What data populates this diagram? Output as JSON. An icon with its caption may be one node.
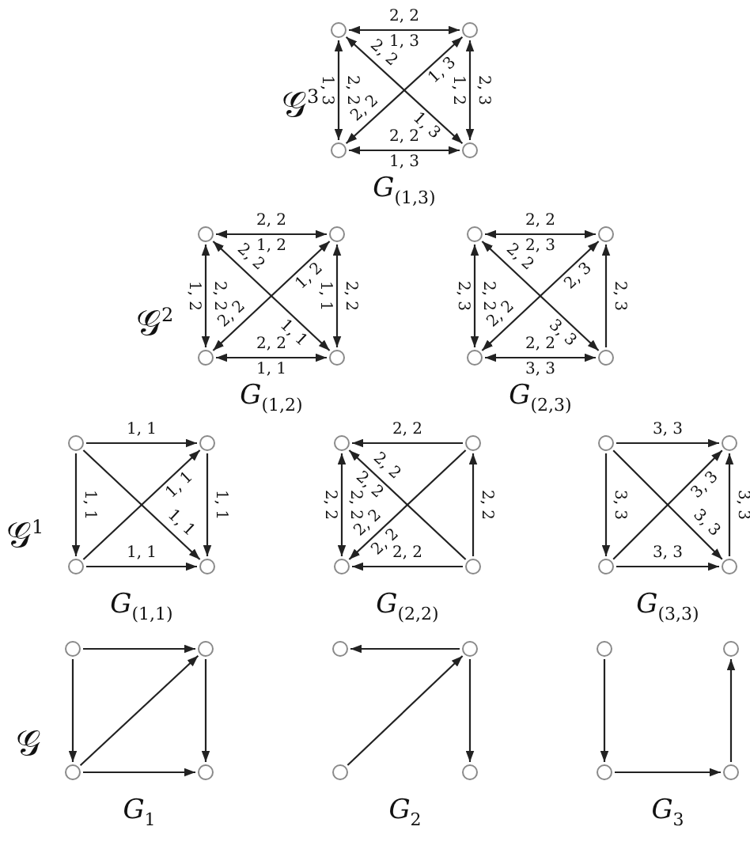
{
  "diagram": {
    "nodes": [
      {
        "text": [
          "G$_{(1,3)}$"
        ]
      },
      {
        "text": [],
        "shape": "circle",
        "in": 0
      },
      {
        "text": [],
        "shape": "circle",
        "in": 0
      },
      {
        "text": [],
        "shape": "circle",
        "in": 0
      },
      {
        "text": [],
        "shape": "circle",
        "in": 0
      },
      {
        "text": [
          "G$_{(1,2)}$"
        ]
      },
      {
        "text": [],
        "shape": "circle",
        "in": 5
      },
      {
        "text": [],
        "shape": "circle",
        "in": 5
      },
      {
        "text": [],
        "shape": "circle",
        "in": 5
      },
      {
        "text": [],
        "shape": "circle",
        "in": 5
      },
      {
        "text": [
          "G$_{(2,3)}$"
        ]
      },
      {
        "text": [],
        "shape": "circle",
        "in": 10
      },
      {
        "text": [],
        "shape": "circle",
        "in": 10
      },
      {
        "text": [],
        "shape": "circle",
        "in": 10
      },
      {
        "text": [],
        "shape": "circle",
        "in": 10
      },
      {
        "text": [
          "G$_{(1,1)}$"
        ]
      },
      {
        "text": [],
        "shape": "circle",
        "in": 15
      },
      {
        "text": [],
        "shape": "circle",
        "in": 15
      },
      {
        "text": [],
        "shape": "circle",
        "in": 15
      },
      {
        "text": [],
        "shape": "circle",
        "in": 15
      },
      {
        "text": [
          "G$_{(2,2)}$"
        ]
      },
      {
        "text": [],
        "shape": "circle",
        "in": 20
      },
      {
        "text": [],
        "shape": "circle",
        "in": 20
      },
      {
        "text": [],
        "shape": "circle",
        "in": 20
      },
      {
        "text": [],
        "shape": "circle",
        "in": 20
      },
      {
        "text": [
          "G$_{(3,3)}$"
        ]
      },
      {
        "text": [],
        "shape": "circle",
        "in": 25
      },
      {
        "text": [],
        "shape": "circle",
        "in": 25
      },
      {
        "text": [],
        "shape": "circle",
        "in": 25
      },
      {
        "text": [],
        "shape": "circle",
        "in": 25
      },
      {
        "text": [
          "G$_{1}$"
        ]
      },
      {
        "text": [],
        "shape": "circle",
        "in": 30
      },
      {
        "text": [],
        "shape": "circle",
        "in": 30
      },
      {
        "text": [],
        "shape": "circle",
        "in": 30
      },
      {
        "text": [],
        "shape": "circle",
        "in": 30
      },
      {
        "text": [
          "G$_{2}$"
        ]
      },
      {
        "text": [],
        "shape": "circle",
        "in": 35
      },
      {
        "text": [],
        "shape": "circle",
        "in": 35
      },
      {
        "text": [],
        "shape": "circle",
        "in": 35
      },
      {
        "text": [],
        "shape": "circle",
        "in": 35
      },
      {
        "text": [
          "G$_{3}$"
        ]
      },
      {
        "text": [],
        "shape": "circle",
        "in": 40
      },
      {
        "text": [],
        "shape": "circle",
        "in": 40
      },
      {
        "text": [],
        "shape": "circle",
        "in": 40
      },
      {
        "text": [],
        "shape": "circle",
        "in": 40
      }
    ],
    "edges": [
      {
        "from": 1,
        "to": 2,
        "arrow": "both",
        "label": "2, 2"
      },
      {
        "from": 1,
        "to": 3,
        "arrow": "both",
        "label": "2, 2"
      },
      {
        "from": 2,
        "to": 4,
        "arrow": "both",
        "label": "2, 3"
      },
      {
        "from": 1,
        "to": 4,
        "arrow": "both",
        "label": "2, 2"
      },
      {
        "from": 2,
        "to": 3,
        "arrow": "both",
        "label": "1, 3"
      },
      {
        "from": 3,
        "to": 4,
        "arrow": "both",
        "label": "2, 2"
      },
      {
        "from": 6,
        "to": 7,
        "arrow": "both",
        "label": "2, 2"
      },
      {
        "from": 6,
        "to": 8,
        "arrow": "both",
        "label": "2, 2"
      },
      {
        "from": 7,
        "to": 9,
        "arrow": "both",
        "label": "2, 2"
      },
      {
        "from": 6,
        "to": 9,
        "arrow": "both",
        "label": "2, 2"
      },
      {
        "from": 7,
        "to": 8,
        "arrow": "both",
        "label": "1, 2"
      },
      {
        "from": 8,
        "to": 9,
        "arrow": "both",
        "label": "2, 2"
      },
      {
        "from": 11,
        "to": 12,
        "arrow": "both",
        "label": "2, 2"
      },
      {
        "from": 11,
        "to": 13,
        "arrow": "both",
        "label": "2, 2"
      },
      {
        "from": 14,
        "to": 12,
        "arrow": "to",
        "label": "2, 3"
      },
      {
        "from": 11,
        "to": 14,
        "arrow": "both",
        "label": "2, 2"
      },
      {
        "from": 12,
        "to": 13,
        "arrow": "both",
        "label": "2, 3"
      },
      {
        "from": 13,
        "to": 14,
        "arrow": "both",
        "label": "2, 2"
      },
      {
        "from": 16,
        "to": 17,
        "arrow": "to",
        "label": "1, 1"
      },
      {
        "from": 16,
        "to": 18,
        "arrow": "to",
        "label": "1, 1"
      },
      {
        "from": 17,
        "to": 19,
        "arrow": "to",
        "label": "1, 1"
      },
      {
        "from": 18,
        "to": 17,
        "arrow": "to",
        "label": "1, 1"
      },
      {
        "from": 16,
        "to": 19,
        "arrow": "to",
        "label": "1, 1"
      },
      {
        "from": 18,
        "to": 19,
        "arrow": "to",
        "label": "1, 1"
      },
      {
        "from": 22,
        "to": 21,
        "arrow": "to",
        "label": "2, 2"
      },
      {
        "from": 21,
        "to": 23,
        "arrow": "both",
        "label": "2, 2"
      },
      {
        "from": 24,
        "to": 22,
        "arrow": "to",
        "label": "2, 2"
      },
      {
        "from": 24,
        "to": 21,
        "arrow": "to",
        "label": "2, 2"
      },
      {
        "from": 22,
        "to": 23,
        "arrow": "to",
        "label": "2, 2"
      },
      {
        "from": 24,
        "to": 23,
        "arrow": "to",
        "label": "2, 2"
      },
      {
        "from": 26,
        "to": 27,
        "arrow": "to",
        "label": "3, 3"
      },
      {
        "from": 26,
        "to": 28,
        "arrow": "to",
        "label": "3, 3"
      },
      {
        "from": 29,
        "to": 27,
        "arrow": "to",
        "label": "3, 3"
      },
      {
        "from": 28,
        "to": 27,
        "arrow": "to",
        "label": "3, 3"
      },
      {
        "from": 26,
        "to": 29,
        "arrow": "to",
        "label": "3, 3"
      },
      {
        "from": 28,
        "to": 29,
        "arrow": "to",
        "label": "3, 3"
      },
      {
        "from": 31,
        "to": 32,
        "arrow": "to"
      },
      {
        "from": 31,
        "to": 33,
        "arrow": "to"
      },
      {
        "from": 32,
        "to": 34,
        "arrow": "to"
      },
      {
        "from": 33,
        "to": 32,
        "arrow": "to"
      },
      {
        "from": 33,
        "to": 34,
        "arrow": "to"
      },
      {
        "from": 37,
        "to": 36,
        "arrow": "to"
      },
      {
        "from": 38,
        "to": 37,
        "arrow": "to"
      },
      {
        "from": 37,
        "to": 39,
        "arrow": "to"
      },
      {
        "from": 41,
        "to": 43,
        "arrow": "to"
      },
      {
        "from": 43,
        "to": 44,
        "arrow": "to"
      },
      {
        "from": 44,
        "to": 42,
        "arrow": "to"
      }
    ],
    "labels": [
      "𝒢$^{3}$",
      "𝒢$^{2}$",
      "𝒢$^{1}$",
      "𝒢",
      "1, 3",
      "1, 3",
      "1, 2",
      "1, 3",
      "2, 2",
      "1, 3",
      "1, 2",
      "1, 2",
      "1, 1",
      "1, 1",
      "2, 2",
      "1, 1",
      "2, 3",
      "2, 3",
      "3, 3",
      "2, 2",
      "3, 3",
      "2, 2",
      "2, 2",
      "2, 2"
    ]
  }
}
